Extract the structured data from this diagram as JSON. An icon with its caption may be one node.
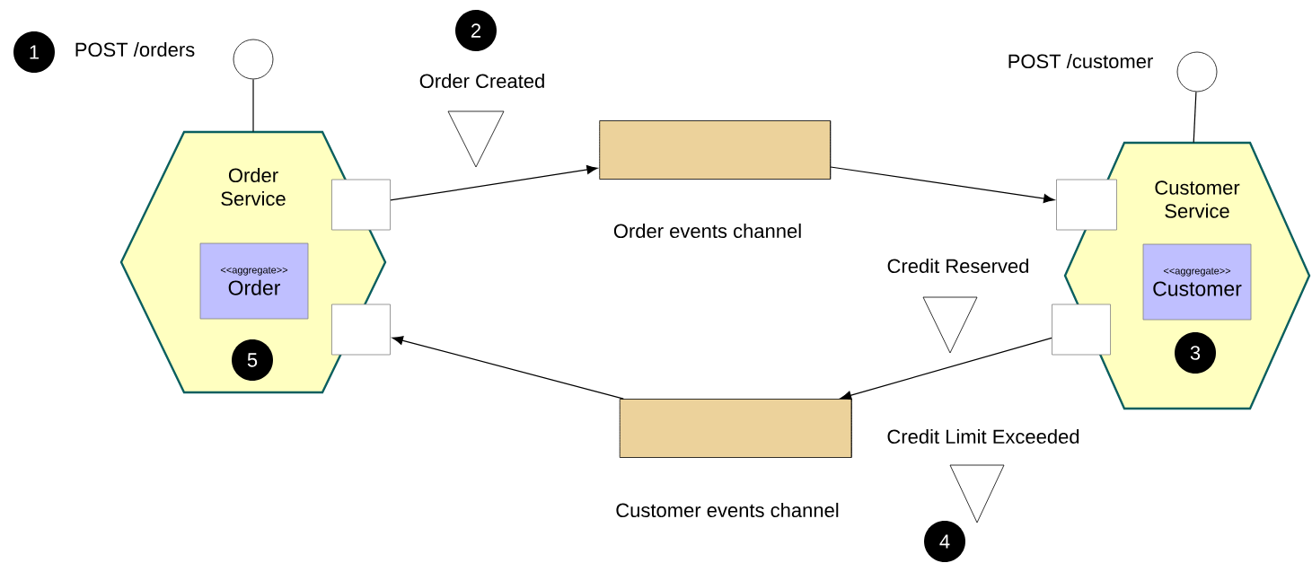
{
  "diagram": {
    "nodes": [
      {
        "text": [
          "1"
        ]
      },
      {
        "text": [],
        "shape": "circle"
      },
      {
        "text": [
          "2"
        ]
      },
      {
        "text": [],
        "shape": "triangle",
        "beside": [
          "Order Created"
        ]
      },
      {
        "text": [],
        "shape": "circle"
      },
      {
        "text": [
          "Order Service"
        ]
      },
      {
        "text": [
          "<<aggregate>>",
          "Order"
        ],
        "in": 5
      },
      {
        "text": [
          "5"
        ],
        "in": 5
      },
      {
        "text": [],
        "shape": "box"
      },
      {
        "text": [],
        "shape": "box"
      },
      {
        "text": [],
        "shape": "cylinder",
        "beside": [
          "Order events channel"
        ]
      },
      {
        "text": [
          "Customer Service"
        ]
      },
      {
        "text": [
          "<<aggregate>>",
          "Customer"
        ],
        "in": 11
      },
      {
        "text": [
          "3"
        ],
        "in": 11
      },
      {
        "text": [],
        "shape": "box"
      },
      {
        "text": [],
        "shape": "box"
      },
      {
        "text": [],
        "shape": "triangle",
        "beside": [
          "Credit Reserved"
        ]
      },
      {
        "text": [],
        "shape": "cylinder",
        "beside": [
          "Customer events channel"
        ]
      },
      {
        "text": [],
        "shape": "triangle",
        "beside": [
          "Credit Limit Exceeded"
        ]
      },
      {
        "text": [
          "4"
        ]
      }
    ],
    "edges": [
      {
        "from": 1,
        "to": 5,
        "arrow": "none"
      },
      {
        "from": 4,
        "to": 11,
        "arrow": "none"
      },
      {
        "from": 8,
        "to": 10,
        "arrow": "to"
      },
      {
        "from": 10,
        "to": 14,
        "arrow": "to"
      },
      {
        "from": 15,
        "to": 17,
        "arrow": "to"
      },
      {
        "from": 17,
        "to": 9,
        "arrow": "to"
      }
    ],
    "labels": [
      "POST /orders",
      "POST /customer"
    ]
  }
}
